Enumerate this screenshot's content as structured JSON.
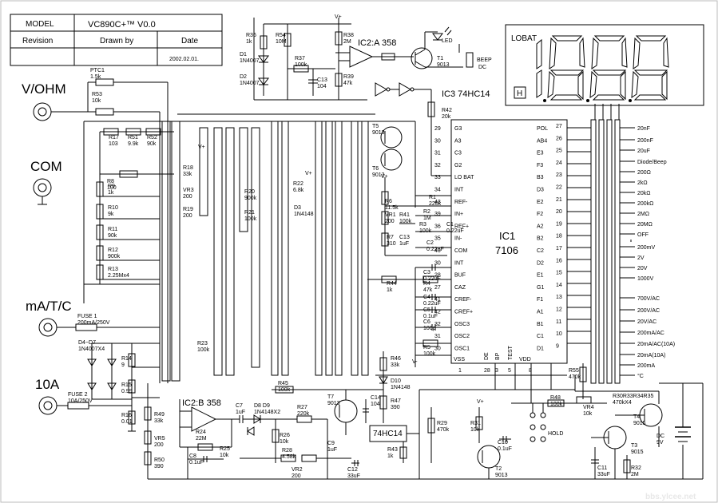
{
  "title_block": {
    "model_label": "MODEL",
    "model_value": "VC890C+™  V0.0",
    "revision_label": "Revision",
    "drawn_by_label": "Drawn by",
    "date_label": "Date",
    "date_value": "2002.02.01."
  },
  "terminals": {
    "v_ohm": "V/OHM",
    "com": "COM",
    "ma": "mA/T/C",
    "a10": "10A"
  },
  "ic1": {
    "name": "IC1",
    "part": "7106",
    "left_pins": [
      {
        "num": "29",
        "name": "G3"
      },
      {
        "num": "30",
        "name": "A3"
      },
      {
        "num": "31",
        "name": "C3"
      },
      {
        "num": "32",
        "name": "G2"
      },
      {
        "num": "33",
        "name": "LO BAT"
      },
      {
        "num": "34",
        "name": "INT"
      },
      {
        "num": "43",
        "name": "REF-"
      },
      {
        "num": "39",
        "name": "IN+"
      },
      {
        "num": "36",
        "name": "REF+"
      },
      {
        "num": "35",
        "name": "IN-"
      },
      {
        "num": "40",
        "name": "COM"
      },
      {
        "num": "30",
        "name": "INT"
      },
      {
        "num": "28",
        "name": "BUF"
      },
      {
        "num": "27",
        "name": "CAZ"
      },
      {
        "num": "41",
        "name": "CREF-"
      },
      {
        "num": "42",
        "name": "CREF+"
      },
      {
        "num": "32",
        "name": "OSC3"
      },
      {
        "num": "31",
        "name": "OSC2"
      },
      {
        "num": "30",
        "name": "OSC1"
      }
    ],
    "right_pins": [
      {
        "num": "27",
        "name": "POL"
      },
      {
        "num": "26",
        "name": "AB4"
      },
      {
        "num": "25",
        "name": "E3"
      },
      {
        "num": "24",
        "name": "F3"
      },
      {
        "num": "23",
        "name": "B3"
      },
      {
        "num": "22",
        "name": "D3"
      },
      {
        "num": "21",
        "name": "E2"
      },
      {
        "num": "20",
        "name": "F2"
      },
      {
        "num": "19",
        "name": "A2"
      },
      {
        "num": "18",
        "name": "B2"
      },
      {
        "num": "17",
        "name": "C2"
      },
      {
        "num": "16",
        "name": "D2"
      },
      {
        "num": "15",
        "name": "E1"
      },
      {
        "num": "14",
        "name": "G1"
      },
      {
        "num": "13",
        "name": "F1"
      },
      {
        "num": "12",
        "name": "A1"
      },
      {
        "num": "11",
        "name": "B1"
      },
      {
        "num": "10",
        "name": "C1"
      },
      {
        "num": "9",
        "name": "D1"
      }
    ],
    "bottom_pins": [
      "VSS",
      "DE",
      "BP",
      "TEST",
      "VDD"
    ],
    "bottom_nums": [
      "1",
      "28",
      "3",
      "5",
      "8"
    ]
  },
  "display": {
    "lobat": "LOBAT",
    "h": "H"
  },
  "ic_labels": {
    "ic2a": "IC2:A 358",
    "ic2b": "IC2:B 358",
    "ic3": "IC3  74HC14",
    "hc14": "74HC14",
    "vplus": "V+",
    "vminus": "V-"
  },
  "ranges": [
    "20nF",
    "200nF",
    "20uF",
    "Diode/Beep",
    "200Ω",
    "2kΩ",
    "20kΩ",
    "200kΩ",
    "2MΩ",
    "20MΩ",
    "OFF",
    "200mV",
    "2V",
    "20V",
    "1000V",
    "700V/AC",
    "200V/AC",
    "20V/AC",
    "200mA/AC",
    "20mA/AC(10A)",
    "20mA(10A)",
    "200mA",
    "°C"
  ],
  "components": [
    {
      "n": "PTC1",
      "v": "1.5k"
    },
    {
      "n": "R53",
      "v": "10k"
    },
    {
      "n": "R17",
      "v": "103"
    },
    {
      "n": "R51",
      "v": "9.9k"
    },
    {
      "n": "R52",
      "v": "90k"
    },
    {
      "n": "R8",
      "v": "100"
    },
    {
      "n": "R9",
      "v": "1k"
    },
    {
      "n": "R10",
      "v": "9k"
    },
    {
      "n": "R11",
      "v": "90k"
    },
    {
      "n": "R12",
      "v": "900k"
    },
    {
      "n": "R13",
      "v": "2.25Mx4"
    },
    {
      "n": "R36",
      "v": "1k"
    },
    {
      "n": "R54",
      "v": "10M"
    },
    {
      "n": "D1",
      "v": "1N4007"
    },
    {
      "n": "D2",
      "v": "1N4007"
    },
    {
      "n": "R37",
      "v": "100k"
    },
    {
      "n": "C13",
      "v": "104"
    },
    {
      "n": "R38",
      "v": "2M"
    },
    {
      "n": "R39",
      "v": "47k"
    },
    {
      "n": "R18",
      "v": "33k"
    },
    {
      "n": "VR3",
      "v": "200"
    },
    {
      "n": "R19",
      "v": "200"
    },
    {
      "n": "R20",
      "v": "900k"
    },
    {
      "n": "R21",
      "v": "100k"
    },
    {
      "n": "R22",
      "v": "6.8k"
    },
    {
      "n": "D3",
      "v": "1N4148"
    },
    {
      "n": "T1",
      "v": "9013"
    },
    {
      "n": "T5",
      "v": "9013"
    },
    {
      "n": "T6",
      "v": "9013"
    },
    {
      "n": "R6",
      "v": "11.5k"
    },
    {
      "n": "VR1",
      "v": "200"
    },
    {
      "n": "R41",
      "v": "100k"
    },
    {
      "n": "R7",
      "v": "310"
    },
    {
      "n": "C13b",
      "v": "1uF"
    },
    {
      "n": "R42",
      "v": "20k"
    },
    {
      "n": "R1",
      "v": "220k"
    },
    {
      "n": "R2",
      "v": "1M"
    },
    {
      "n": "R3",
      "v": "100k"
    },
    {
      "n": "C1",
      "v": "0.22uF"
    },
    {
      "n": "C2",
      "v": "0.22uF"
    },
    {
      "n": "R44",
      "v": "1k"
    },
    {
      "n": "C3",
      "v": "0.22uF"
    },
    {
      "n": "R4",
      "v": "47k"
    },
    {
      "n": "C4",
      "v": "0.22uF"
    },
    {
      "n": "C5",
      "v": "0.1uF"
    },
    {
      "n": "C6",
      "v": "100p"
    },
    {
      "n": "R5",
      "v": "100k"
    },
    {
      "n": "FUSE 1",
      "v": "200mA/250V"
    },
    {
      "n": "D4~D7",
      "v": "1N4007X4"
    },
    {
      "n": "R14",
      "v": "9"
    },
    {
      "n": "R15",
      "v": "0.99"
    },
    {
      "n": "R16",
      "v": "0.01"
    },
    {
      "n": "FUSE 2",
      "v": "10A/250V"
    },
    {
      "n": "R23",
      "v": "100k"
    },
    {
      "n": "R45",
      "v": "100k"
    },
    {
      "n": "R46",
      "v": "33k"
    },
    {
      "n": "D10",
      "v": "1N4148"
    },
    {
      "n": "R47",
      "v": "390"
    },
    {
      "n": "T7",
      "v": "9013"
    },
    {
      "n": "C14",
      "v": "104"
    },
    {
      "n": "R49",
      "v": "33k"
    },
    {
      "n": "VR5",
      "v": "200"
    },
    {
      "n": "R50",
      "v": "390"
    },
    {
      "n": "R24",
      "v": "22M"
    },
    {
      "n": "C7",
      "v": "1uF"
    },
    {
      "n": "D8 D9",
      "v": "1N4148X2"
    },
    {
      "n": "R27",
      "v": "220k"
    },
    {
      "n": "R25",
      "v": "10k"
    },
    {
      "n": "R26",
      "v": "10k"
    },
    {
      "n": "C8",
      "v": "0.1uF"
    },
    {
      "n": "R28",
      "v": "4.58k"
    },
    {
      "n": "VR2",
      "v": "200"
    },
    {
      "n": "C9",
      "v": "1uF"
    },
    {
      "n": "C12",
      "v": "33uF"
    },
    {
      "n": "R43",
      "v": "1k"
    },
    {
      "n": "R29",
      "v": "470k"
    },
    {
      "n": "R31",
      "v": "10k"
    },
    {
      "n": "C10",
      "v": "0.1uF"
    },
    {
      "n": "T2",
      "v": "9013"
    },
    {
      "n": "R55",
      "v": "470k"
    },
    {
      "n": "R48",
      "v": "100k"
    },
    {
      "n": "VR4",
      "v": "10k"
    },
    {
      "n": "R30R33R34R35",
      "v": "470kX4"
    },
    {
      "n": "T4",
      "v": "9015"
    },
    {
      "n": "T3",
      "v": "9015"
    },
    {
      "n": "C11",
      "v": "33uF"
    },
    {
      "n": "R32",
      "v": "2M"
    },
    {
      "n": "DC",
      "v": "9V"
    }
  ],
  "misc": {
    "led": "LED",
    "beep": "BEEP",
    "dc": "DC",
    "hold": "HOLD",
    "watermark": "bbs.ylcee.net"
  }
}
